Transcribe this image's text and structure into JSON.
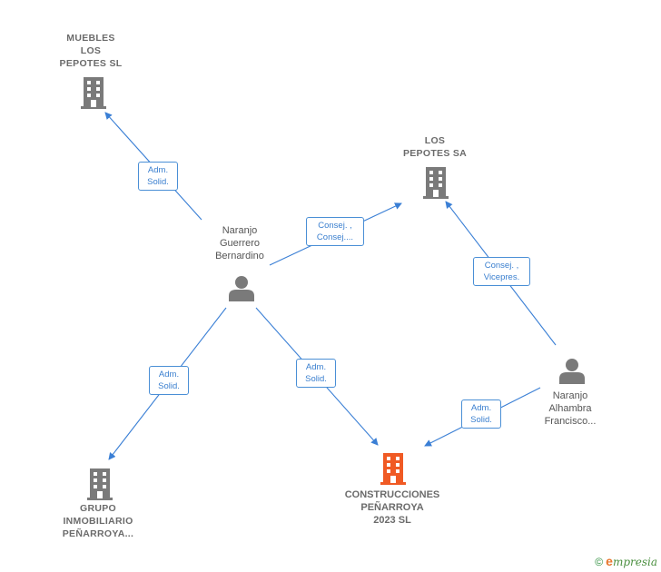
{
  "nodes": {
    "muebles": {
      "label": "MUEBLES\nLOS\nPEPOTES  SL",
      "kind": "company"
    },
    "lospepotes": {
      "label": "LOS\nPEPOTES SA",
      "kind": "company"
    },
    "bernardino": {
      "label": "Naranjo\nGuerrero\nBernardino",
      "kind": "person"
    },
    "francisco": {
      "label": "Naranjo\nAlhambra\nFrancisco...",
      "kind": "person"
    },
    "grupo": {
      "label": "GRUPO\nINMOBILIARIO\nPEÑARROYA...",
      "kind": "company"
    },
    "construcciones": {
      "label": "CONSTRUCCIONES\nPEÑARROYA\n2023  SL",
      "kind": "focus"
    }
  },
  "edges": [
    {
      "id": "e1",
      "from": "bernardino",
      "to": "muebles",
      "label": "Adm.\nSolid."
    },
    {
      "id": "e2",
      "from": "bernardino",
      "to": "lospepotes",
      "label": "Consej. ,\nConsej...."
    },
    {
      "id": "e3",
      "from": "francisco",
      "to": "lospepotes",
      "label": "Consej. ,\nVicepres."
    },
    {
      "id": "e4",
      "from": "bernardino",
      "to": "grupo",
      "label": "Adm.\nSolid."
    },
    {
      "id": "e5",
      "from": "bernardino",
      "to": "construcciones",
      "label": "Adm.\nSolid."
    },
    {
      "id": "e6",
      "from": "francisco",
      "to": "construcciones",
      "label": "Adm.\nSolid."
    }
  ],
  "colors": {
    "edge": "#3a7fd5",
    "company_icon": "#7a7a7a",
    "focus_icon": "#f05a24",
    "person_icon": "#7a7a7a"
  },
  "footer": {
    "copyright": "©",
    "brand_initial": "e",
    "brand_rest": "mpresia"
  }
}
